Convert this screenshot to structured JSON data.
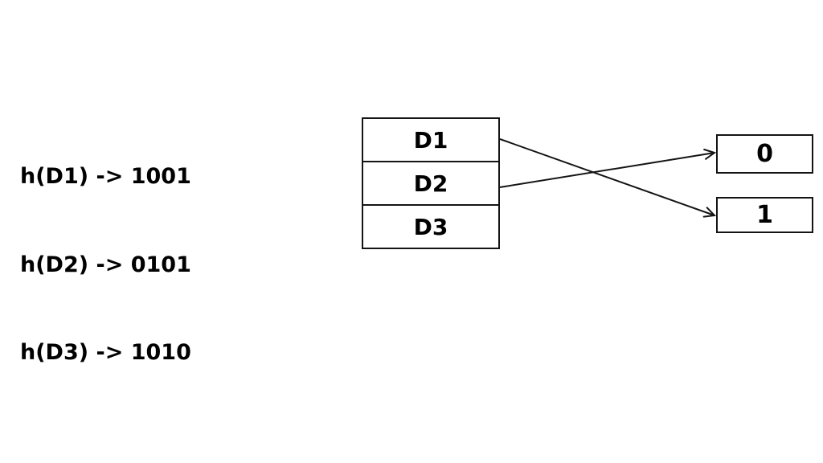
{
  "hash_list": {
    "lines": [
      "h(D1) -> 1001",
      "h(D2) -> 0101",
      "h(D3) -> 1010"
    ]
  },
  "documents": {
    "rows": [
      "D1",
      "D2",
      "D3"
    ]
  },
  "buckets": {
    "items": [
      "0",
      "1"
    ]
  },
  "edges": [
    {
      "from": "D1",
      "to": "1"
    },
    {
      "from": "D2",
      "to": "0"
    }
  ],
  "colors": {
    "background": "#ffffff",
    "ink": "#000000",
    "line": "#141414"
  }
}
